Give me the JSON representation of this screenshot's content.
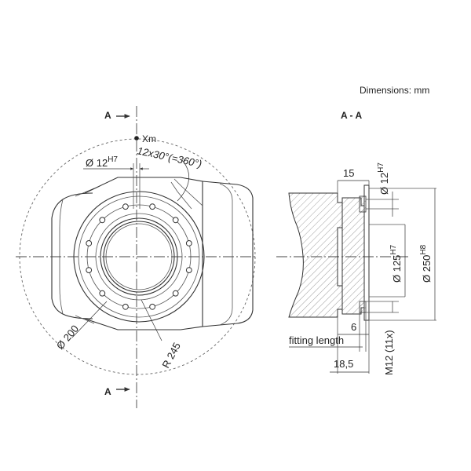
{
  "header": {
    "units_note": "Dimensions: mm"
  },
  "section": {
    "marker_top": "A",
    "marker_bottom": "A",
    "title": "A - A"
  },
  "front_view": {
    "xm_label": "Xm",
    "pin_hole": "Ø 12",
    "pin_hole_tol": "H7",
    "bolt_pattern": "12x30°(=360°)",
    "bolt_circle": "Ø 200",
    "radius": "R 245"
  },
  "section_view": {
    "dim_15": "15",
    "dim_pin": "Ø 12",
    "dim_pin_tol": "H7",
    "dim_bore": "Ø 125",
    "dim_bore_tol": "H7",
    "dim_outer": "Ø 250",
    "dim_outer_tol": "H8",
    "dim_6": "6",
    "fitting_length": "fitting length",
    "dim_185": "18,5",
    "thread": "M12 (11x)"
  }
}
